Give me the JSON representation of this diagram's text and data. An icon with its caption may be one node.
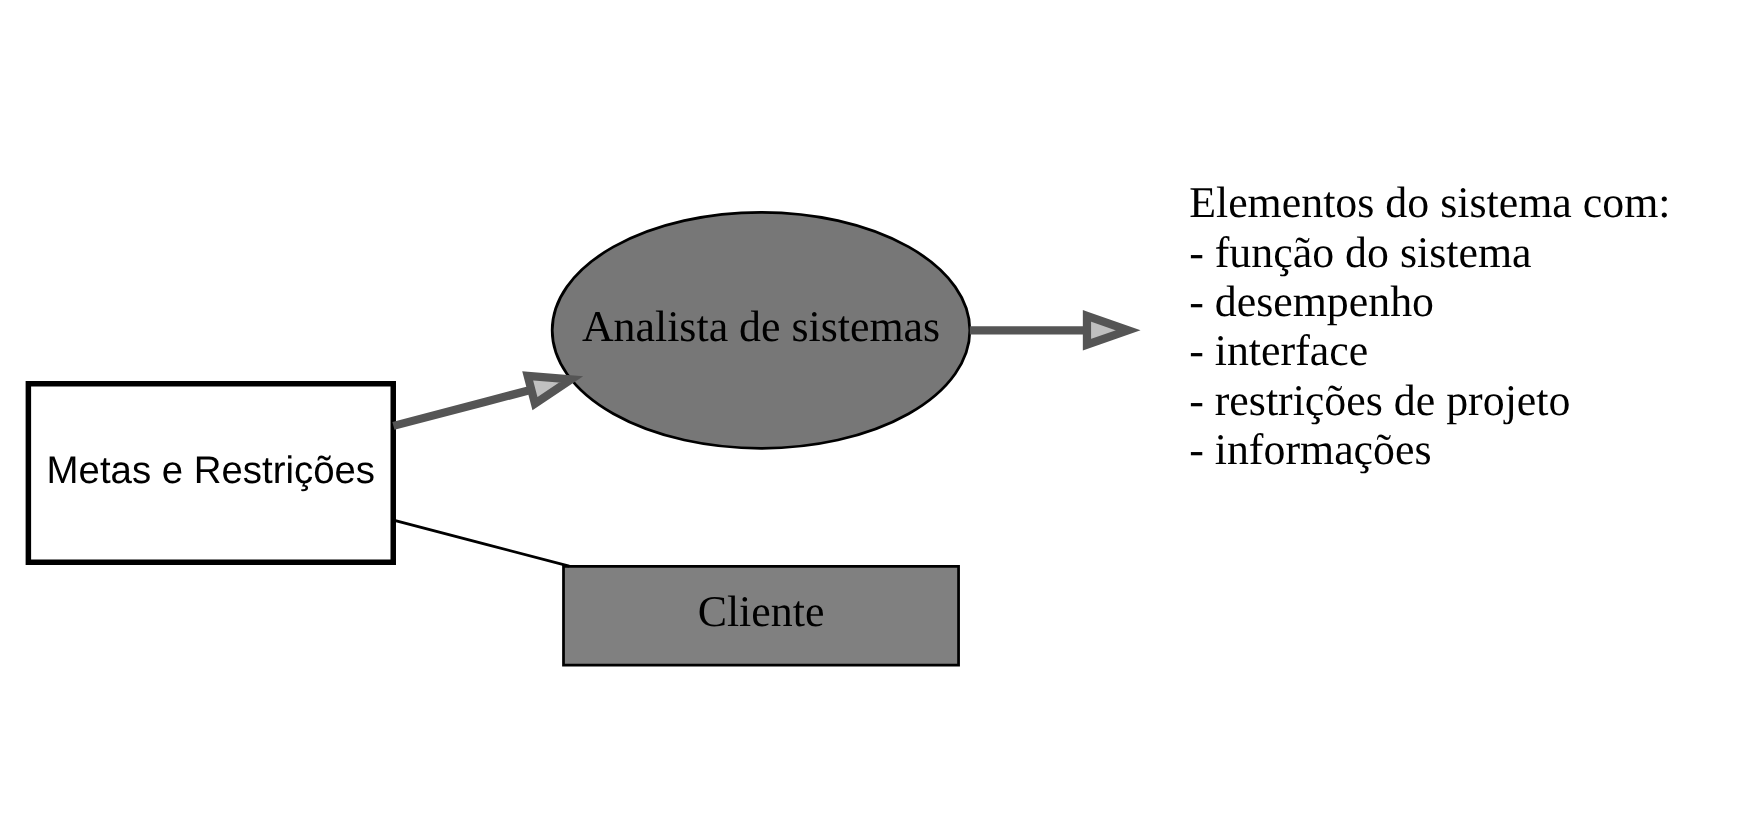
{
  "diagram": {
    "nodes": [
      {
        "text": [
          "Metas e Restrições"
        ]
      },
      {
        "text": [
          "Analista de sistemas"
        ]
      },
      {
        "text": [
          "Elementos do sistema com:",
          "- função do sistema",
          "- desempenho",
          "- interface",
          "- restrições de projeto",
          "- informações"
        ]
      },
      {
        "text": [
          "Cliente"
        ]
      }
    ],
    "edges": [
      {
        "from": 0,
        "to": 1,
        "arrow": "to"
      },
      {
        "from": 1,
        "to": 2,
        "arrow": "to"
      },
      {
        "from": 0,
        "to": 3,
        "arrow": "none"
      }
    ]
  }
}
